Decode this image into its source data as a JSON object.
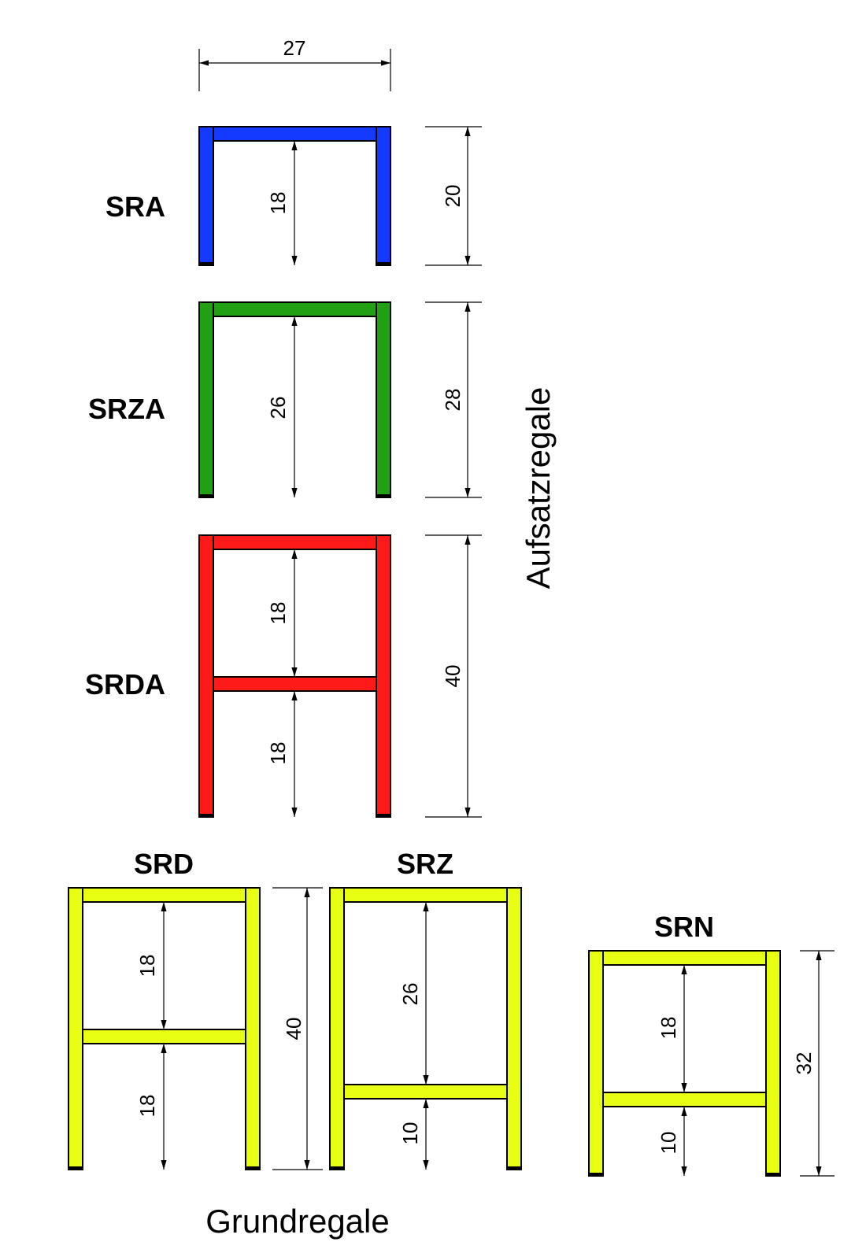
{
  "colors": {
    "sra": "#1439ff",
    "srza": "#21a013",
    "srda": "#ff1a1a",
    "grund": "#e8ff14"
  },
  "width_dimension": "27",
  "group_labels": {
    "aufsatz": "Aufsatzregale",
    "grund": "Grundregale"
  },
  "shelves": {
    "sra": {
      "name": "SRA",
      "inner": [
        "18"
      ],
      "total": "20"
    },
    "srza": {
      "name": "SRZA",
      "inner": [
        "26"
      ],
      "total": "28"
    },
    "srda": {
      "name": "SRDA",
      "inner": [
        "18",
        "18"
      ],
      "total": "40"
    },
    "srd": {
      "name": "SRD",
      "inner": [
        "18",
        "18"
      ],
      "total": "40"
    },
    "srz": {
      "name": "SRZ",
      "inner": [
        "26",
        "10"
      ]
    },
    "srn": {
      "name": "SRN",
      "inner": [
        "18",
        "10"
      ],
      "total": "32"
    }
  }
}
